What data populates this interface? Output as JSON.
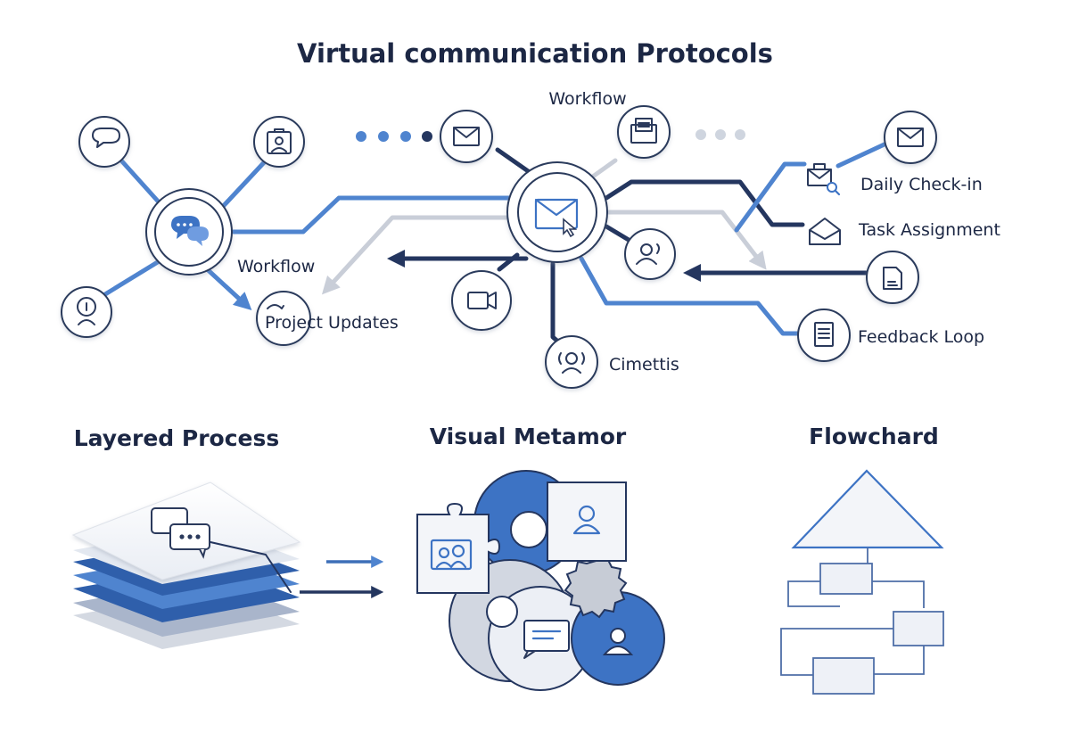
{
  "title": "Virtual communication Protocols",
  "labels": {
    "workflow_top": "Workflow",
    "workflow_left": "Workflow",
    "project_updates": "Project Updates",
    "cimettis": "Cimettis",
    "daily_checkin": "Daily Check-in",
    "task_assignment": "Task Assignment",
    "feedback_loop": "Feedback Loop"
  },
  "sections": {
    "layered": "Layered Process",
    "visual": "Visual Metamor",
    "flowchart": "Flowchard"
  },
  "colors": {
    "navy": "#24365f",
    "blue": "#4f84cf",
    "gray": "#c9ced8",
    "dot_light": "#cfd5df"
  },
  "icons": [
    "chat-icon",
    "badge-icon",
    "chat-bubbles-icon",
    "lightbulb-icon",
    "mail-icon",
    "document-mail-icon",
    "user-voice-icon",
    "video-icon",
    "person-signal-icon",
    "mail-search-icon",
    "document-icon",
    "puzzle-icon",
    "user-icon"
  ]
}
